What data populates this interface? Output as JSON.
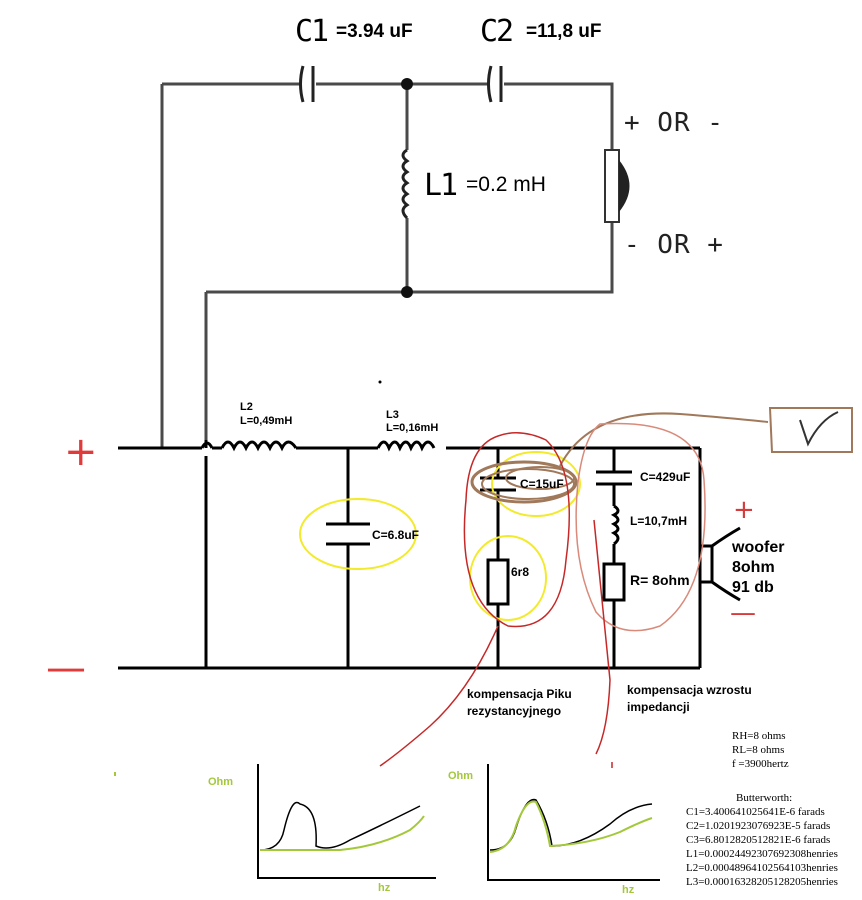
{
  "tweeter": {
    "c1_name": "C1",
    "c1_value": "=3.94 uF",
    "c2_name": "C2",
    "c2_value": "=11,8 uF",
    "l1_name": "L1",
    "l1_value": "=0.2 mH",
    "polarity_top": "+ OR -",
    "polarity_bottom": "- OR +"
  },
  "woofer_section": {
    "l2_name": "L2",
    "l2_value": "L=0,49mH",
    "l3_name": "L3",
    "l3_value": "L=0,16mH",
    "c_shunt": "C=6.8uF",
    "c_piku": "C=15uF",
    "r_piku": "6r8",
    "c_zobel": "C=429uF",
    "l_zobel": "L=10,7mH",
    "r_zobel": "R= 8ohm",
    "woofer_line1": "woofer",
    "woofer_line2": "8ohm",
    "woofer_line3": "91 db",
    "plus_sign": "+",
    "minus_sign": "—",
    "woofer_plus": "+",
    "woofer_minus": "—"
  },
  "notes": {
    "piku_line1": "kompensacja Piku",
    "piku_line2": "rezystancyjnego",
    "impedance_line1": "kompensacja wzrostu",
    "impedance_line2": "impedancji"
  },
  "calc": {
    "rh": "RH=8      ohms",
    "rl": "RL=8      ohms",
    "f": "f    =3900hertz",
    "title": "Butterworth:",
    "c1": "C1=3.400641025641E-6   farads",
    "c2": "C2=1.0201923076923E-5  farads",
    "c3": "C3=6.8012820512821E-6  farads",
    "l1": "L1=0.00024492307692308henries",
    "l2": "L2=0.00048964102564103henries",
    "l3": "L3=0.00016328205128205henries"
  },
  "graphs": {
    "y_label": "Ohm",
    "x_label": "hz"
  },
  "colors": {
    "wire": "#000000",
    "tweeter_wire": "#4a4a4a",
    "red_circle": "#c62828",
    "yellow_circle": "#f2ea2a",
    "brown_circle": "#a0785a",
    "green_curve": "#a3c83a",
    "salmon_circle": "#d98a7a"
  }
}
